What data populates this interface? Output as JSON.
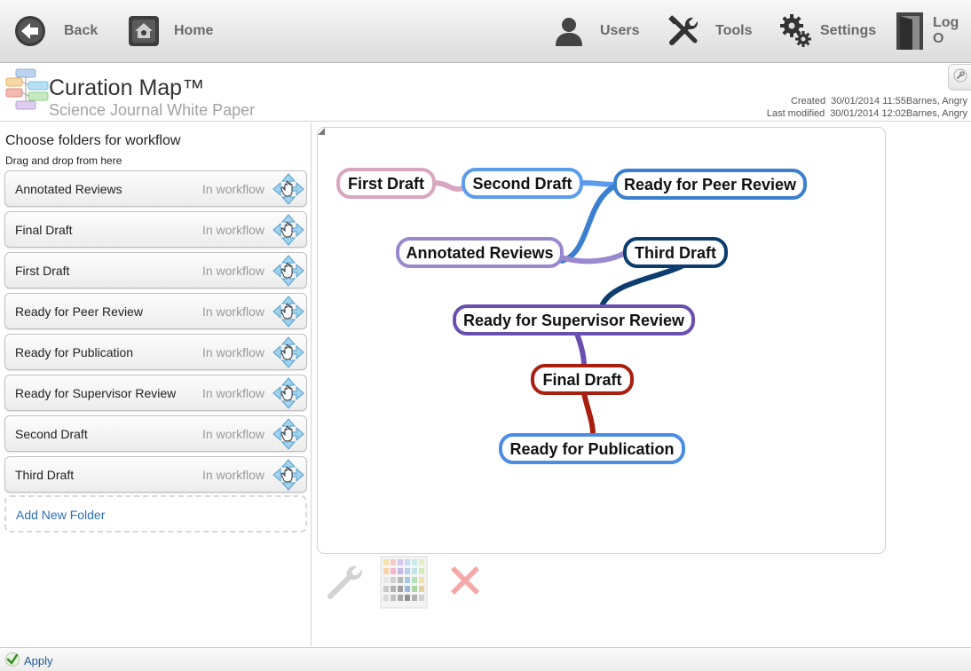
{
  "toolbar": {
    "back": {
      "label": "Back",
      "icon": "back-arrow-icon"
    },
    "home": {
      "label": "Home",
      "icon": "home-icon"
    },
    "users": {
      "label": "Users",
      "icon": "user-icon"
    },
    "tools": {
      "label": "Tools",
      "icon": "tools-icon"
    },
    "settings": {
      "label": "Settings",
      "icon": "gear-icon"
    },
    "logout": {
      "label": "Log O",
      "icon": "door-icon"
    }
  },
  "header": {
    "title": "Curation Map™",
    "subtitle": "Science Journal White Paper",
    "created_label": "Created",
    "created_value": "30/01/2014 11:55Barnes, Angry",
    "modified_label": "Last modified",
    "modified_value": "30/01/2014 12:02Barnes, Angry"
  },
  "left": {
    "title": "Choose folders for workflow",
    "hint": "Drag and drop from here",
    "folders": [
      {
        "name": "Annotated Reviews",
        "status": "In workflow"
      },
      {
        "name": "Final Draft",
        "status": "In workflow"
      },
      {
        "name": "First Draft",
        "status": "In workflow"
      },
      {
        "name": "Ready for Peer Review",
        "status": "In workflow"
      },
      {
        "name": "Ready for Publication",
        "status": "In workflow"
      },
      {
        "name": "Ready for Supervisor Review",
        "status": "In workflow"
      },
      {
        "name": "Second Draft",
        "status": "In workflow"
      },
      {
        "name": "Third Draft",
        "status": "In workflow"
      }
    ],
    "add_folder": "Add New Folder"
  },
  "map": {
    "nodes": [
      {
        "id": "first",
        "label": "First Draft",
        "color": "#d9a6c0"
      },
      {
        "id": "second",
        "label": "Second Draft",
        "color": "#5b9cec"
      },
      {
        "id": "peer",
        "label": "Ready for Peer Review",
        "color": "#3a7fd0"
      },
      {
        "id": "annotated",
        "label": "Annotated Reviews",
        "color": "#9a88cf"
      },
      {
        "id": "third",
        "label": "Third Draft",
        "color": "#0d3d6e"
      },
      {
        "id": "supervisor",
        "label": "Ready for Supervisor Review",
        "color": "#6a4fb1"
      },
      {
        "id": "final",
        "label": "Final Draft",
        "color": "#a81f10"
      },
      {
        "id": "publication",
        "label": "Ready for Publication",
        "color": "#4c8de2"
      }
    ],
    "edges": [
      {
        "from": "first",
        "to": "second",
        "color": "#d9a6c0"
      },
      {
        "from": "second",
        "to": "peer",
        "color": "#5b9cec"
      },
      {
        "from": "annotated",
        "to": "peer",
        "color": "#3a7fd0"
      },
      {
        "from": "annotated",
        "to": "third",
        "color": "#9a88cf"
      },
      {
        "from": "third",
        "to": "supervisor",
        "color": "#0d3d6e"
      },
      {
        "from": "supervisor",
        "to": "final",
        "color": "#6a4fb1"
      },
      {
        "from": "final",
        "to": "publication",
        "color": "#a81f10"
      }
    ]
  },
  "map_tools": {
    "wrench": "wrench-icon",
    "palette": "color-palette-icon",
    "delete": "delete-x-icon"
  },
  "bottom": {
    "apply": "Apply"
  }
}
